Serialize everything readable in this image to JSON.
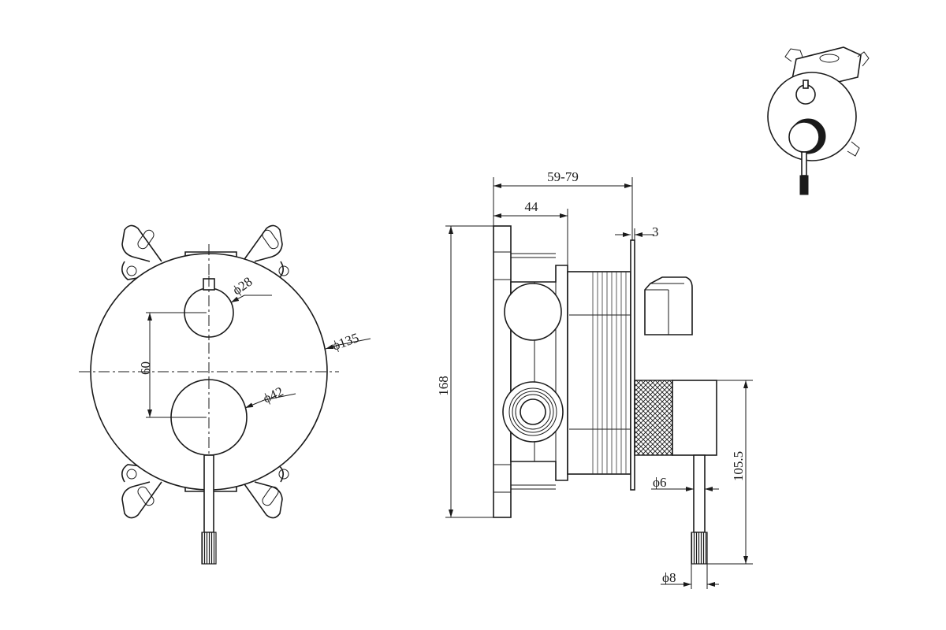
{
  "front_view": {
    "dim_small_knob": "ϕ28",
    "dim_plate": "ϕ135",
    "dim_spacing": "60",
    "dim_large_knob": "ϕ42"
  },
  "side_view": {
    "dim_depth_range": "59-79",
    "dim_body_depth": "44",
    "dim_plate_thickness": "3",
    "dim_height": "168",
    "dim_lever_pin": "ϕ6",
    "dim_lever_length": "105.5",
    "dim_lever_grip": "ϕ8"
  }
}
